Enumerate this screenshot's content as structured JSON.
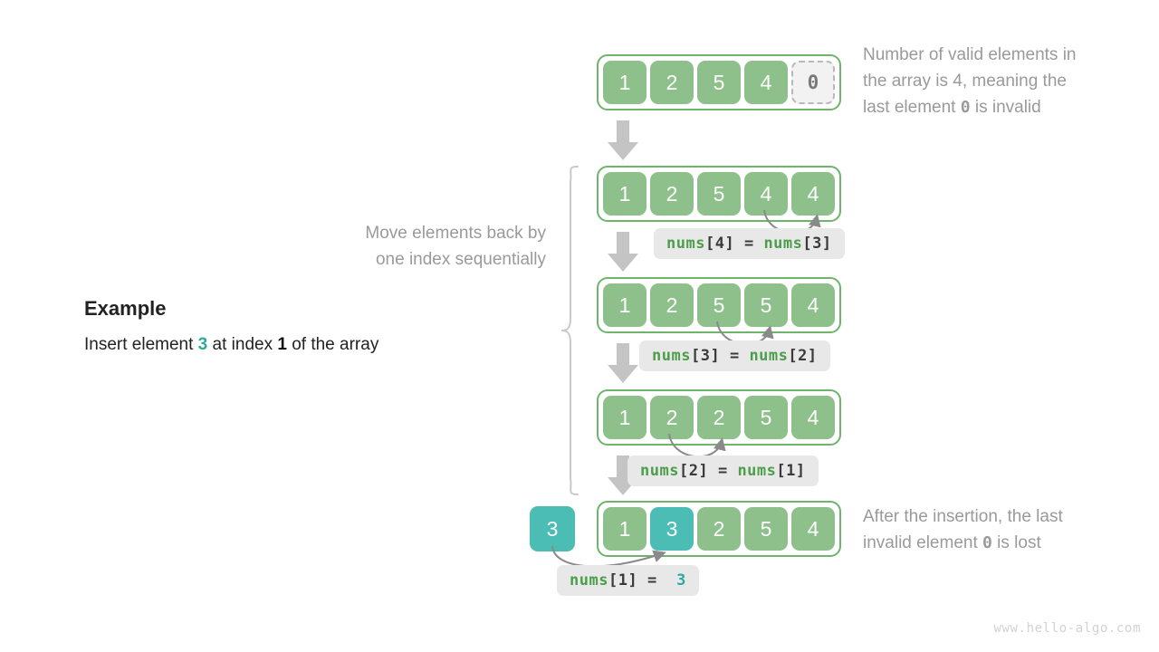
{
  "example": {
    "title": "Example",
    "sentence_pre": "Insert element ",
    "value": "3",
    "sentence_mid": " at index ",
    "index": "1",
    "sentence_post": " of the array"
  },
  "notes": {
    "top": {
      "line1": "Number of valid elements in",
      "line2": "the array is 4, meaning the",
      "line3_pre": "last element ",
      "line3_code": "0",
      "line3_post": " is invalid"
    },
    "side": {
      "line1": "Move elements back by",
      "line2": "one index sequentially"
    },
    "bottom": {
      "line1": "After the insertion, the last",
      "line2_pre": "invalid element ",
      "line2_code": "0",
      "line2_post": " is lost"
    }
  },
  "rows": [
    {
      "id": "row-initial",
      "cells": [
        {
          "value": "1",
          "style": "green"
        },
        {
          "value": "2",
          "style": "green"
        },
        {
          "value": "5",
          "style": "green"
        },
        {
          "value": "4",
          "style": "green"
        },
        {
          "value": "0",
          "style": "invalid"
        }
      ]
    },
    {
      "id": "row-shift-4",
      "cells": [
        {
          "value": "1",
          "style": "green"
        },
        {
          "value": "2",
          "style": "green"
        },
        {
          "value": "5",
          "style": "green"
        },
        {
          "value": "4",
          "style": "green"
        },
        {
          "value": "4",
          "style": "green"
        }
      ]
    },
    {
      "id": "row-shift-3",
      "cells": [
        {
          "value": "1",
          "style": "green"
        },
        {
          "value": "2",
          "style": "green"
        },
        {
          "value": "5",
          "style": "green"
        },
        {
          "value": "5",
          "style": "green"
        },
        {
          "value": "4",
          "style": "green"
        }
      ]
    },
    {
      "id": "row-shift-2",
      "cells": [
        {
          "value": "1",
          "style": "green"
        },
        {
          "value": "2",
          "style": "green"
        },
        {
          "value": "2",
          "style": "green"
        },
        {
          "value": "5",
          "style": "green"
        },
        {
          "value": "4",
          "style": "green"
        }
      ]
    },
    {
      "id": "row-final",
      "cells": [
        {
          "value": "1",
          "style": "green"
        },
        {
          "value": "3",
          "style": "teal"
        },
        {
          "value": "2",
          "style": "green"
        },
        {
          "value": "5",
          "style": "green"
        },
        {
          "value": "4",
          "style": "green"
        }
      ]
    }
  ],
  "insert_chip": {
    "value": "3"
  },
  "code_labels": [
    {
      "id": "code-1",
      "lhs_name": "nums",
      "lhs_index": "4",
      "op": "=",
      "rhs_name": "nums",
      "rhs_index": "3",
      "rhs_literal": ""
    },
    {
      "id": "code-2",
      "lhs_name": "nums",
      "lhs_index": "3",
      "op": "=",
      "rhs_name": "nums",
      "rhs_index": "2",
      "rhs_literal": ""
    },
    {
      "id": "code-3",
      "lhs_name": "nums",
      "lhs_index": "2",
      "op": "=",
      "rhs_name": "nums",
      "rhs_index": "1",
      "rhs_literal": ""
    },
    {
      "id": "code-4",
      "lhs_name": "nums",
      "lhs_index": "1",
      "op": "=",
      "rhs_name": "",
      "rhs_index": "",
      "rhs_literal": "3"
    }
  ],
  "watermark": "www.hello-algo.com",
  "colors": {
    "green_cell": "#8DC08A",
    "teal_cell": "#4BBDB5",
    "array_border": "#6DB56A",
    "code_chip_bg": "#E8E8E8",
    "code_green": "#4C9E4A",
    "note_gray": "#9A9A9A",
    "arrow_gray": "#C4C4C4"
  }
}
